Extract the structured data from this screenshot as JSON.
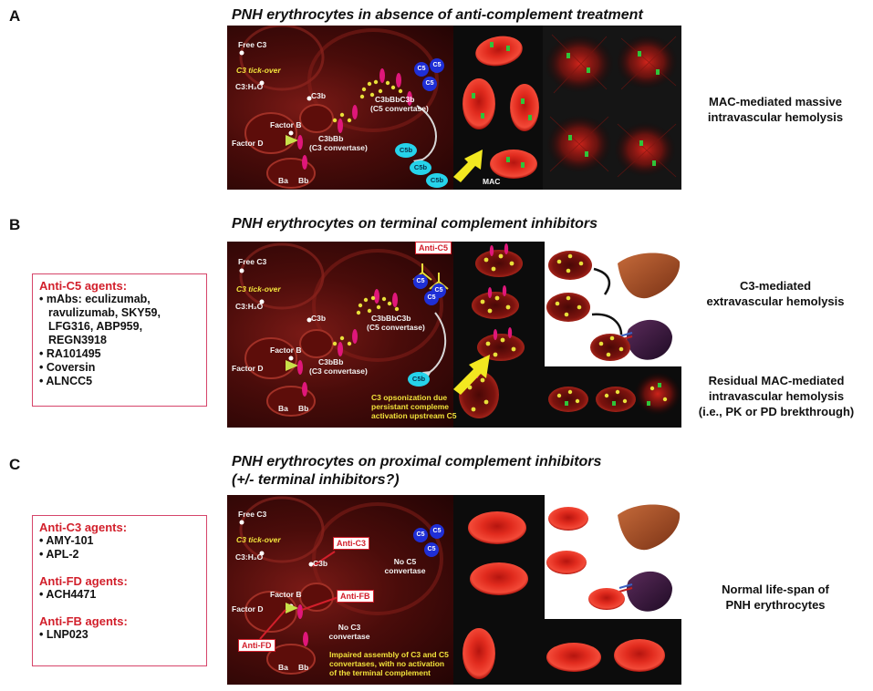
{
  "panelA": {
    "letter": "A",
    "title": "PNH erythrocytes in absence of anti-complement treatment",
    "labels": {
      "free_c3": "Free C3",
      "tick_over": "C3 tick-over",
      "c3h2o": "C3:H₂O",
      "c3b": "C3b",
      "factor_b": "Factor B",
      "factor_d": "Factor D",
      "ba": "Ba",
      "bb": "Bb",
      "c3bbb": "C3bBb",
      "c3_conv": "(C3 convertase)",
      "c3bbbc3b": "C3bBbC3b",
      "c5_conv": "(C5 convertase)",
      "c5": "C5",
      "c5b": "C5b",
      "mac": "MAC"
    },
    "outcome": [
      "MAC-mediated massive",
      "intravascular hemolysis"
    ]
  },
  "panelB": {
    "letter": "B",
    "title": "PNH erythrocytes on terminal complement inhibitors",
    "agents": {
      "heading": "Anti-C5 agents:",
      "items": [
        "• mAbs: eculizumab,",
        "ravulizumab, SKY59,",
        "LFG316, ABP959,",
        "REGN3918",
        "• RA101495",
        "• Coversin",
        "• ALNCC5"
      ]
    },
    "labels": {
      "free_c3": "Free C3",
      "tick_over": "C3 tick-over",
      "c3h2o": "C3:H₂O",
      "c3b": "C3b",
      "factor_b": "Factor B",
      "factor_d": "Factor D",
      "ba": "Ba",
      "bb": "Bb",
      "c3bbb": "C3bBb",
      "c3_conv": "(C3 convertase)",
      "c3bbbc3b": "C3bBbC3b",
      "c5_conv": "(C5 convertase)",
      "anti_c5": "Anti-C5",
      "c5": "C5",
      "c5b": "C5b",
      "note": [
        "C3 opsonization due",
        "persistant compleme",
        "activation upstream C5"
      ]
    },
    "outcome1": [
      "C3-mediated",
      "extravascular hemolysis"
    ],
    "outcome2": [
      "Residual MAC-mediated",
      "intravascular hemolysis",
      "(i.e., PK or PD brekthrough)"
    ]
  },
  "panelC": {
    "letter": "C",
    "title": [
      "PNH erythrocytes on proximal complement inhibitors",
      "(+/- terminal inhibitors?)"
    ],
    "agents": {
      "groups": [
        {
          "heading": "Anti-C3 agents:",
          "items": [
            "• AMY-101",
            "• APL-2"
          ]
        },
        {
          "heading": "Anti-FD agents:",
          "items": [
            "• ACH4471"
          ]
        },
        {
          "heading": "Anti-FB agents:",
          "items": [
            "• LNP023"
          ]
        }
      ]
    },
    "labels": {
      "free_c3": "Free C3",
      "tick_over": "C3 tick-over",
      "c3h2o": "C3:H₂O",
      "c3b": "C3b",
      "factor_b": "Factor B",
      "factor_d": "Factor D",
      "ba": "Ba",
      "bb": "Bb",
      "anti_c3": "Anti-C3",
      "anti_fb": "Anti-FB",
      "anti_fd": "Anti-FD",
      "no_c5": [
        "No C5",
        "convertase"
      ],
      "no_c3": [
        "No C3",
        "convertase"
      ],
      "c5": "C5",
      "note": [
        "Impaired assembly of C3 and C5",
        "convertases, with no activation",
        "of the terminal complement"
      ]
    },
    "outcome": [
      "Normal life-span of",
      "PNH erythrocytes"
    ]
  },
  "colors": {
    "accent_red": "#d21f2b",
    "c5_blue": "#1f2fd6",
    "c5b_cyan": "#26d3ea",
    "label_yellow": "#f2e23b",
    "mac_green": "#2fc43a"
  }
}
